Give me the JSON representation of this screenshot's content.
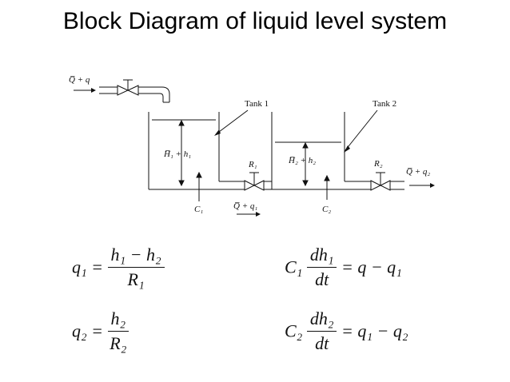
{
  "title": "Block Diagram of liquid level system",
  "diagram": {
    "inflow_label": "Q̅ + q",
    "tank1_label": "Tank 1",
    "tank2_label": "Tank 2",
    "head1_label": "H̅₁ + h₁",
    "head2_label": "H̅₂ + h₂",
    "r1_label": "R₁",
    "r2_label": "R₂",
    "c1_label": "C₁",
    "c2_label": "C₂",
    "mid_flow_label": "Q̅ + q₁",
    "outflow_label": "Q̅ + q₂"
  },
  "equations": {
    "eq1": {
      "lhs": "q₁ =",
      "num": "h₁ − h₂",
      "den": "R₁"
    },
    "eq2": {
      "lhs": "q₂ =",
      "num": "h₂",
      "den": "R₂"
    },
    "eq3": {
      "lhs": "C₁",
      "num": "dh₁",
      "den": "dt",
      "rhs": "= q − q₁"
    },
    "eq4": {
      "lhs": "C₂",
      "num": "dh₂",
      "den": "dt",
      "rhs": "= q₁ − q₂"
    }
  }
}
